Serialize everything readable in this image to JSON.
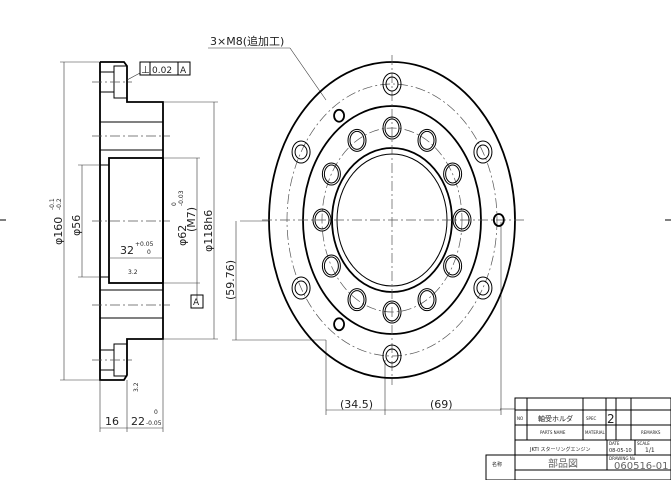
{
  "callouts": {
    "tapped_holes": "3×M8(追加工)"
  },
  "tolerance_frame": {
    "symbol": "⊥",
    "value": "0.02",
    "datum": "A"
  },
  "dimensions": {
    "outer_diameter": "φ160",
    "outer_tol_upper": "-0.1",
    "outer_tol_lower": "-0.2",
    "bore_small": "φ56",
    "counterbore_depth": "32",
    "counterbore_depth_tol_upper": "+0.05",
    "counterbore_depth_tol_lower": "0",
    "surface_finish": "3.2",
    "bore_diameter": "φ62",
    "bore_tol_upper": "0",
    "bore_tol_lower": "-0.03",
    "bore_fit": "(M7)",
    "hub_diameter": "φ118h6",
    "datum_label": "A",
    "hole_offset_y": "(59.76)",
    "flange_thickness": "16",
    "hub_length": "22",
    "hub_tol_upper": "0",
    "hub_tol_lower": "-0.05",
    "hole_offset_x1": "(34.5)",
    "hole_offset_x2": "(69)"
  },
  "title_block": {
    "no_label": "NO",
    "part_name": "軸受ホルダ",
    "spec_label": "SPEC",
    "quantity": "2",
    "parts_name_label": "PARTS NAME",
    "material_label": "MATERIAL",
    "remarks_label": "REMARKS",
    "project": "JKTI スターリングエンジン",
    "date_label": "DATE",
    "date": "08-05-10",
    "scale_label": "SCALE",
    "scale": "1/1",
    "drawing_title": "部品図",
    "drawing_no_label": "DRAWING No",
    "drawing_no": "060516-01",
    "name_label": "名称"
  }
}
